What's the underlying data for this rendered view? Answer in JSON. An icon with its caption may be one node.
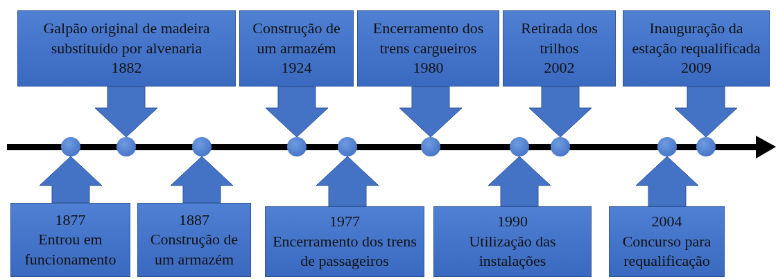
{
  "diagram": {
    "nodes": [
      {
        "text": [
          "1877",
          "Entrou em funcionamento"
        ]
      },
      {
        "text": [
          "Galpão original de madeira substituído por alvenaria",
          "1882"
        ]
      },
      {
        "text": [
          "1887",
          "Construção de um armazém"
        ]
      },
      {
        "text": [
          "Construção de um armazém",
          "1924"
        ]
      },
      {
        "text": [
          "1977",
          "Encerramento dos trens de passageiros"
        ]
      },
      {
        "text": [
          "Encerramento dos trens cargueiros",
          "1980"
        ]
      },
      {
        "text": [
          "1990",
          "Utilização das instalações"
        ]
      },
      {
        "text": [
          "Retirada dos trilhos",
          "2002"
        ]
      },
      {
        "text": [
          "2004",
          "Concurso para requalificação"
        ]
      },
      {
        "text": [
          "Inauguração da estação requalificada",
          "2009"
        ]
      },
      {
        "text": [],
        "shape": "circle"
      },
      {
        "text": [],
        "shape": "circle"
      },
      {
        "text": [],
        "shape": "circle"
      },
      {
        "text": [],
        "shape": "circle"
      },
      {
        "text": [],
        "shape": "circle"
      },
      {
        "text": [],
        "shape": "circle"
      },
      {
        "text": [],
        "shape": "circle"
      },
      {
        "text": [],
        "shape": "circle"
      },
      {
        "text": [],
        "shape": "circle"
      },
      {
        "text": [],
        "shape": "circle"
      }
    ],
    "edges": [
      {
        "from": 0,
        "to": 10,
        "arrow": "to"
      },
      {
        "from": 1,
        "to": 11,
        "arrow": "to"
      },
      {
        "from": 2,
        "to": 12,
        "arrow": "to"
      },
      {
        "from": 3,
        "to": 13,
        "arrow": "to"
      },
      {
        "from": 4,
        "to": 14,
        "arrow": "to"
      },
      {
        "from": 5,
        "to": 15,
        "arrow": "to"
      },
      {
        "from": 6,
        "to": 16,
        "arrow": "to"
      },
      {
        "from": 7,
        "to": 17,
        "arrow": "to"
      },
      {
        "from": 8,
        "to": 18,
        "arrow": "to"
      },
      {
        "from": 9,
        "to": 19,
        "arrow": "to"
      }
    ]
  }
}
